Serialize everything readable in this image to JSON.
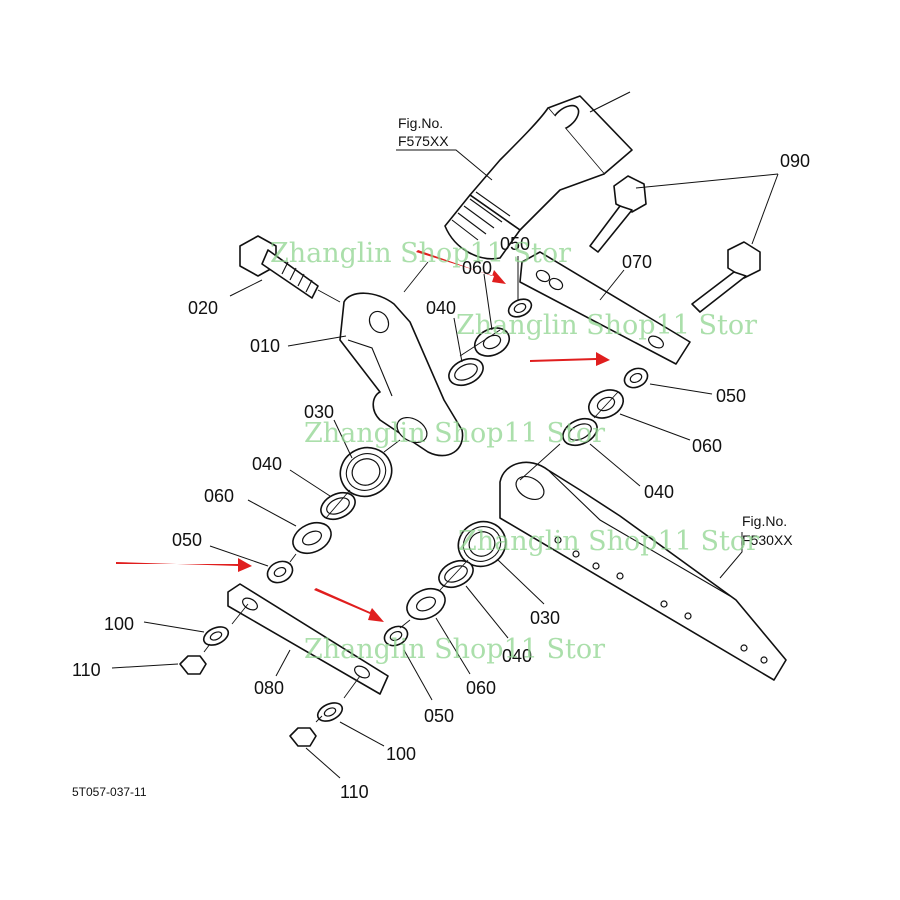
{
  "figure_refs": {
    "top": {
      "line1": "Fig.No.",
      "line2": "F575XX"
    },
    "right": {
      "line1": "Fig.No.",
      "line2": "F530XX"
    }
  },
  "parts": {
    "p090": "090",
    "p020": "020",
    "p050a": "050",
    "p060a": "060",
    "p070": "070",
    "p040a": "040",
    "p010": "010",
    "p050b": "050",
    "p030a": "030",
    "p060b": "060",
    "p040b": "040",
    "p040c": "040",
    "p060c": "060",
    "p050c": "050",
    "p100a": "100",
    "p110a": "110",
    "p030b": "030",
    "p080": "080",
    "p040d": "040",
    "p060d": "060",
    "p050d": "050",
    "p100b": "100",
    "p110b": "110"
  },
  "drawing_code": "5T057-037-11",
  "watermark": "Zhanglin Shop11 Stor",
  "colors": {
    "arrow": "#e01e1e",
    "watermark": "#8fd58f",
    "line": "#111111"
  }
}
